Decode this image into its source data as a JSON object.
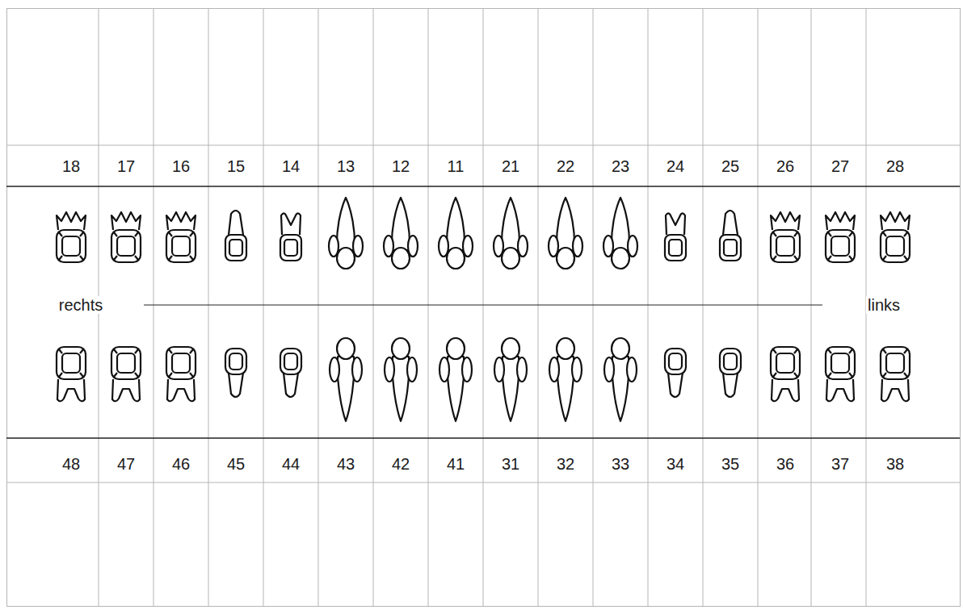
{
  "diagram": {
    "labels": [
      "18",
      "17",
      "16",
      "15",
      "14",
      "13",
      "12",
      "11",
      "21",
      "22",
      "23",
      "24",
      "25",
      "26",
      "27",
      "28",
      "rechts",
      "links",
      "48",
      "47",
      "46",
      "45",
      "44",
      "43",
      "42",
      "41",
      "31",
      "32",
      "33",
      "34",
      "35",
      "36",
      "37",
      "38"
    ]
  }
}
